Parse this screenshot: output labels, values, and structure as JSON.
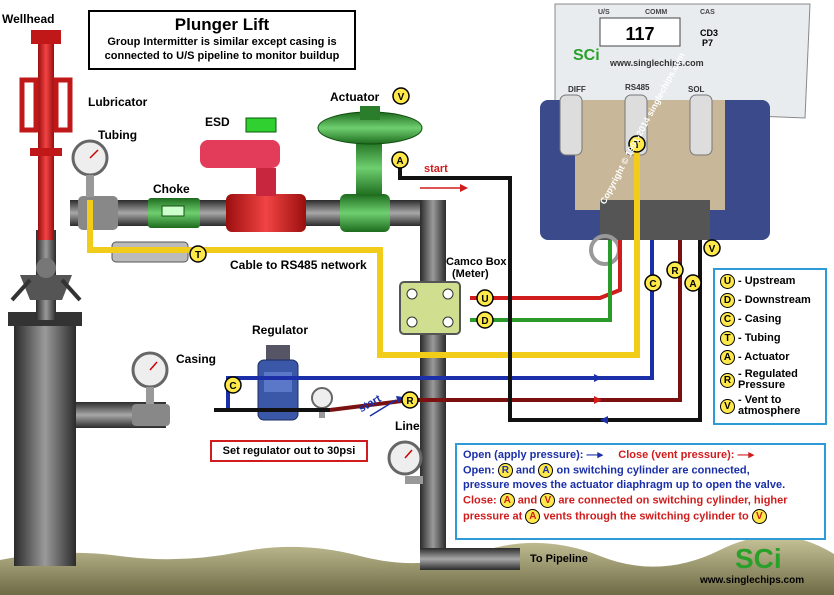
{
  "title": "Plunger Lift",
  "subtitle_line1": "Group Intermitter is similar  except casing is",
  "subtitle_line2": "connected to U/S pipeline to monitor buildup",
  "labels": {
    "wellhead": "Wellhead",
    "lubricator": "Lubricator",
    "tubing": "Tubing",
    "esd": "ESD",
    "actuator": "Actuator",
    "choke": "Choke",
    "cable": "Cable to RS485 network",
    "camco_line1": "Camco Box",
    "camco_line2": "(Meter)",
    "regulator": "Regulator",
    "casing": "Casing",
    "line": "Line",
    "start_top": "start",
    "start_bottom": "start",
    "regulator_note": "Set regulator out to 30psi",
    "to_pipeline": "To Pipeline",
    "website": "www.singlechips.com",
    "logo": "SCi"
  },
  "device": {
    "display": "117",
    "model_line1": "CD3",
    "model_line2": "P7",
    "top_labels": [
      "U/S",
      "COMM",
      "CAS"
    ],
    "brand": "SCi",
    "brand_url": "www.singlechips.com",
    "bottom_labels": [
      "DIFF",
      "RS485",
      "SOL"
    ],
    "watermark": "Copyright © 1991-2014 singlechips.com"
  },
  "legend": [
    {
      "key": "U",
      "text": "- Upstream"
    },
    {
      "key": "D",
      "text": "- Downstream"
    },
    {
      "key": "C",
      "text": "- Casing"
    },
    {
      "key": "T",
      "text": "- Tubing"
    },
    {
      "key": "A",
      "text": "- Actuator"
    },
    {
      "key": "R",
      "text": "- Regulated Pressure"
    },
    {
      "key": "V",
      "text": "- Vent to atmosphere"
    }
  ],
  "notes": {
    "open_label": "Open (apply pressure):",
    "close_label": "Close  (vent pressure):",
    "open_text_a": "Open:",
    "open_text_b": "and",
    "open_text_c": "on switching cylinder are connected,",
    "open_text_d": "pressure moves the actuator diaphragm up to open the valve.",
    "close_text_a": "Close:",
    "close_text_b": "and",
    "close_text_c": "are connected on switching cylinder, higher",
    "close_text_d": "pressure at",
    "close_text_e": "vents through the switching cylinder to",
    "k_r": "R",
    "k_a": "A",
    "k_v": "V"
  },
  "colors": {
    "blue": "#1b2fa8",
    "red": "#d01c1c",
    "green": "#2a9a2a",
    "yellow": "#f2cc1a",
    "black": "#111111",
    "darkred": "#7a1010",
    "legend_border": "#2e9bd6"
  }
}
